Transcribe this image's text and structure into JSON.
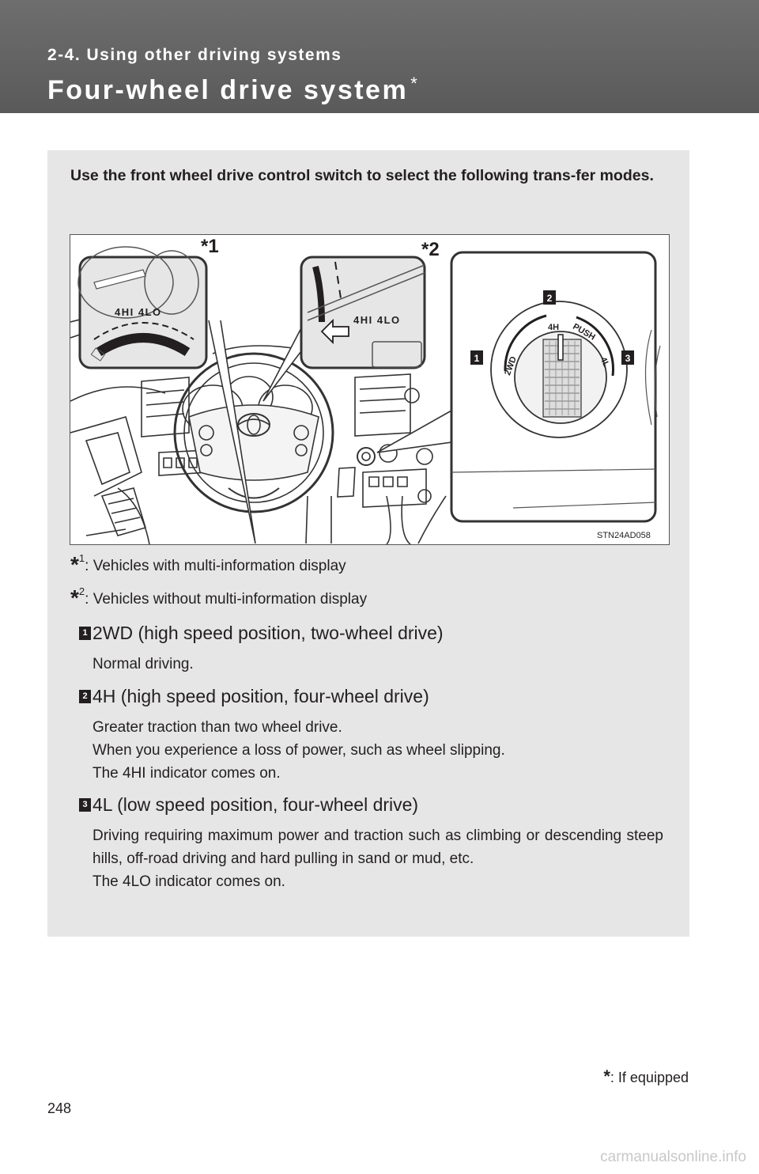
{
  "header": {
    "section": "2-4. Using other driving systems",
    "title": "Four-wheel drive system",
    "title_mark": "*"
  },
  "intro": "Use the front wheel drive control switch to select the following trans-fer modes.",
  "figure": {
    "callout_1": "*1",
    "callout_2": "*2",
    "gauge_left_text": "4HI  4LO",
    "gauge_right_text": "4HI  4LO",
    "dial_2wd": "2WD",
    "dial_4h": "4H",
    "dial_push": "PUSH",
    "dial_4l": "4L",
    "badge_1": "1",
    "badge_2": "2",
    "badge_3": "3",
    "code": "STN24AD058"
  },
  "notes": [
    {
      "mark": "*",
      "num": "1",
      "text": ": Vehicles with multi-information display"
    },
    {
      "mark": "*",
      "num": "2",
      "text": ": Vehicles without multi-information display"
    }
  ],
  "items": [
    {
      "badge": "1",
      "title": "2WD (high speed position, two-wheel drive)",
      "lines": [
        "Normal driving."
      ]
    },
    {
      "badge": "2",
      "title": "4H (high speed position, four-wheel drive)",
      "lines": [
        "Greater traction than two wheel drive.",
        "When you experience a loss of power, such as wheel slipping.",
        "The 4HI indicator comes on."
      ]
    },
    {
      "badge": "3",
      "title": "4L (low speed position, four-wheel drive)",
      "lines": [
        "Driving requiring maximum power and traction such as climbing or descending steep hills, off-road driving and hard pulling in sand or mud, etc.",
        "The 4LO indicator comes on."
      ]
    }
  ],
  "footnote": {
    "mark": "*",
    "text": ": If equipped"
  },
  "page_number": "248",
  "watermark": "carmanualsonline.info"
}
